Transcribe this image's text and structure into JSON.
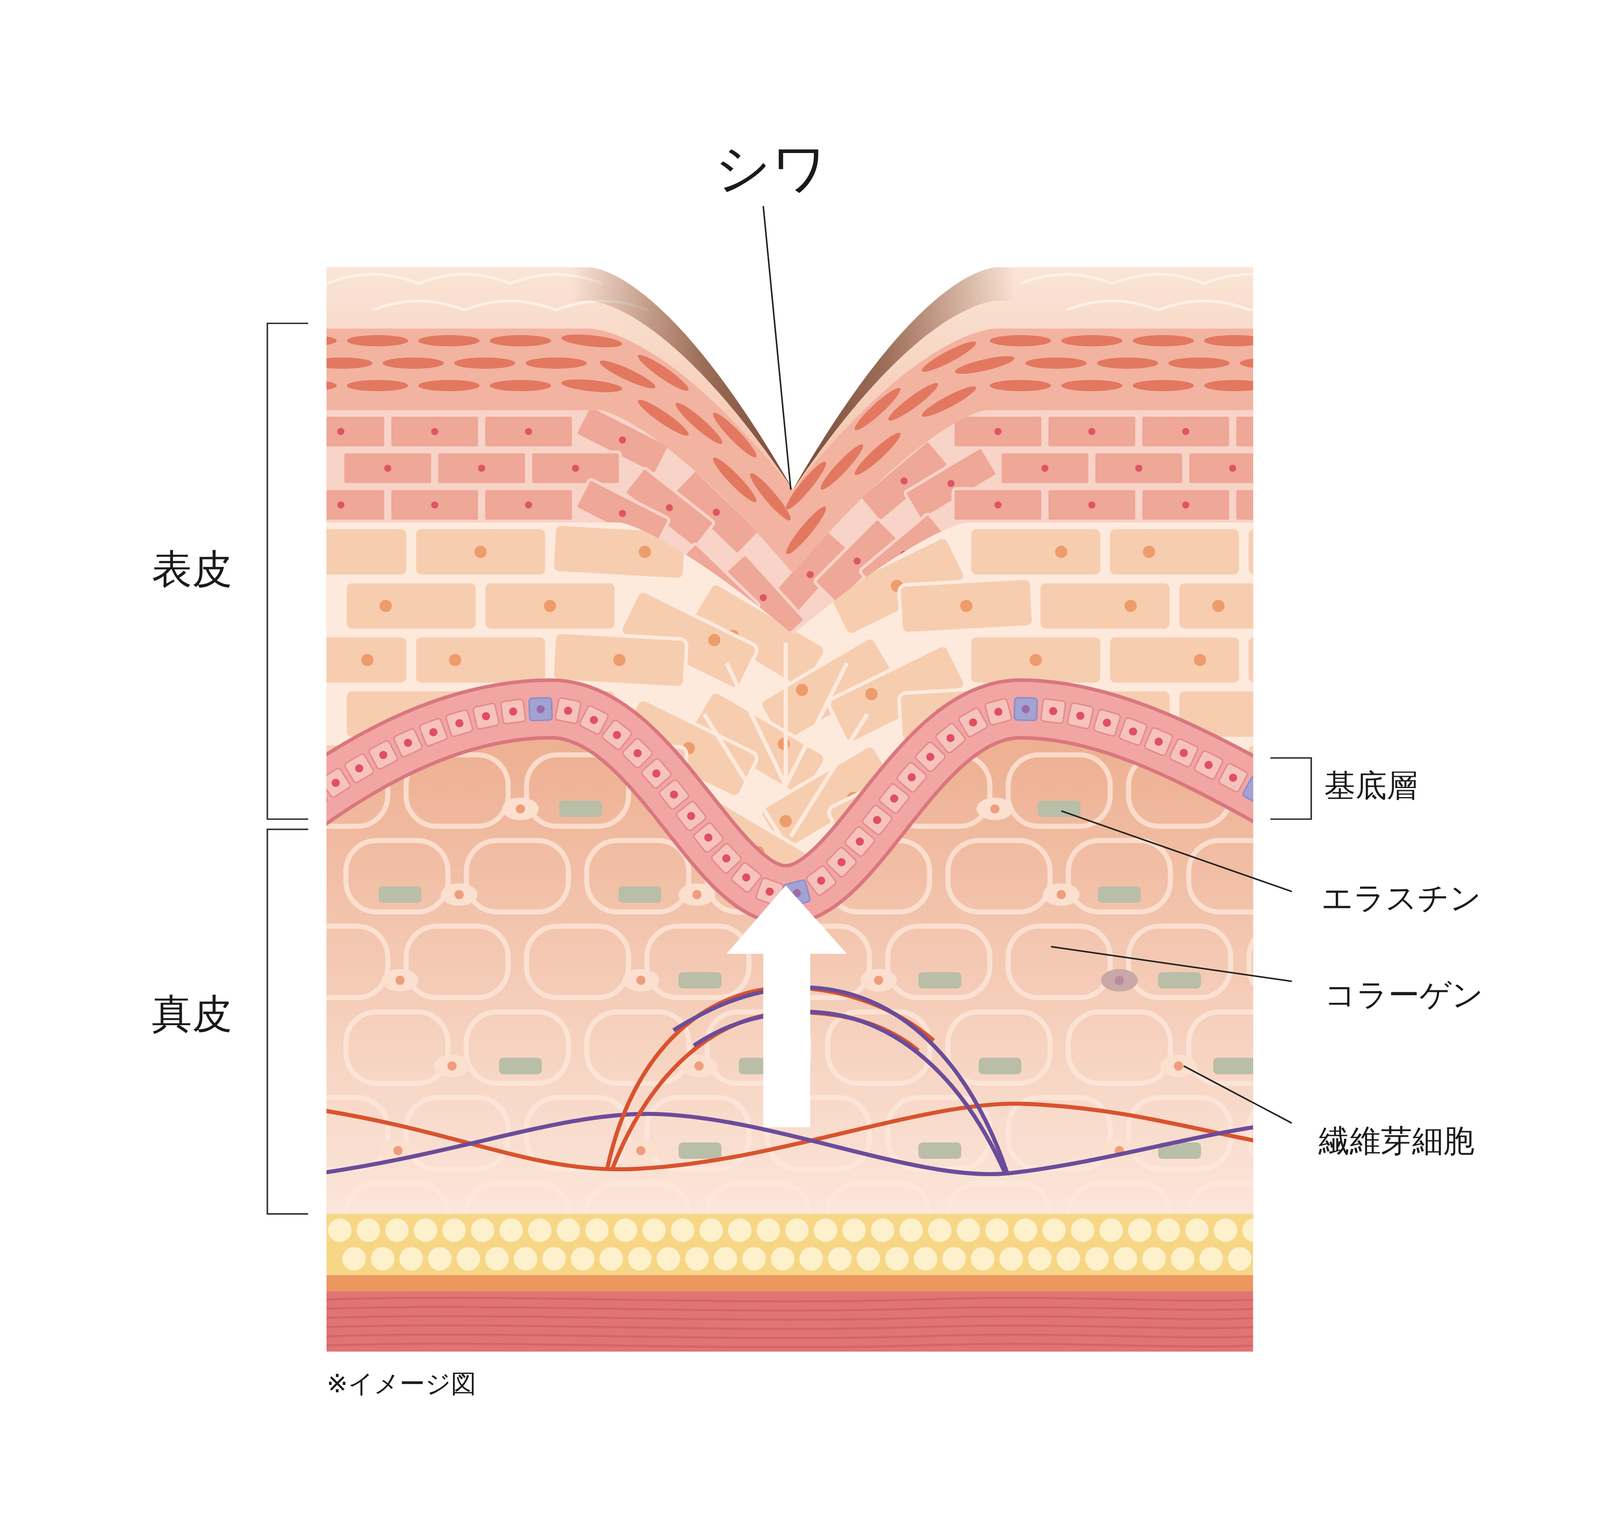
{
  "diagram": {
    "caption": "※イメージ図",
    "labels": [
      "シワ",
      "表皮",
      "真皮",
      "基底層",
      "エラスチン",
      "コラーゲン",
      "繊維芽細胞"
    ]
  }
}
